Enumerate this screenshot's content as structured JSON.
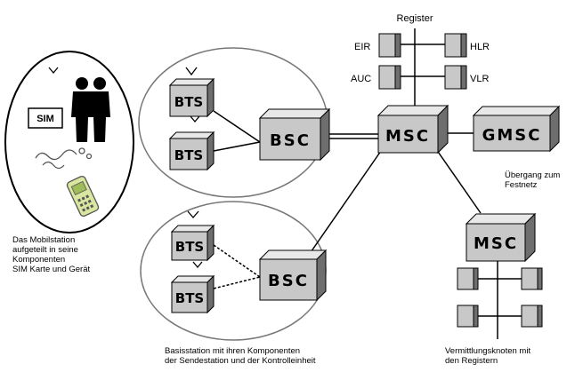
{
  "labels": {
    "register": "Register",
    "eir": "EIR",
    "hlr": "HLR",
    "auc": "AUC",
    "vlr": "VLR",
    "sim": "SIM",
    "bts_1": "BTS",
    "bts_2": "BTS",
    "bts_3": "BTS",
    "bts_4": "BTS",
    "bsc_top": "BSC",
    "bsc_bottom": "BSC",
    "msc_main": "MSC",
    "gmsc": "GMSC",
    "msc_lower": "MSC"
  },
  "captions": {
    "mobile_station": [
      "Das Mobilstation",
      "aufgeteilt in seine",
      "Komponenten",
      "SIM Karte und Gerät"
    ],
    "gateway": [
      "Übergang zum",
      "Festnetz"
    ],
    "base_station": [
      "Basisstation mit ihren Komponenten",
      "der Sendestation und der Kontrolleinheit"
    ],
    "switching": [
      "Vermittlungsknoten mit",
      "den Registern"
    ]
  },
  "colors": {
    "box_front": "#c8c8c8",
    "box_side": "#6e6e6e",
    "box_top": "#e8e8e8",
    "line": "#000000"
  }
}
